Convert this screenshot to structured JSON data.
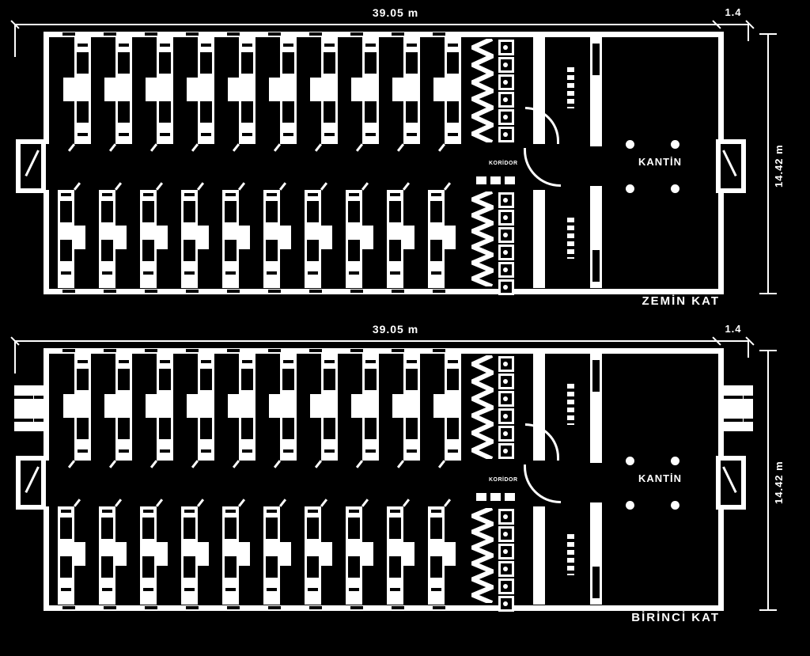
{
  "page": {
    "background": "#000000",
    "ink": "#ffffff",
    "drawing_type": "floor plan"
  },
  "plans": [
    {
      "name": "zemin-kat",
      "floor_label": "ZEMİN KAT",
      "top_dimension": "39.05 m",
      "corner_dimension": "1.4",
      "side_dimension": "14.42 m",
      "hall_label": "KANTİN",
      "corridor_label": "KORİDOR",
      "top_classrooms": 10,
      "bottom_classrooms": 10,
      "wc_stalls": 6,
      "stair_zigzag_steps": 12,
      "hall_columns": 4,
      "side_ladders": false
    },
    {
      "name": "birinci-kat",
      "floor_label": "BİRİNCİ KAT",
      "top_dimension": "39.05 m",
      "corner_dimension": "1.4",
      "side_dimension": "14.42 m",
      "hall_label": "KANTİN",
      "corridor_label": "KORİDOR",
      "top_classrooms": 10,
      "bottom_classrooms": 10,
      "wc_stalls": 6,
      "stair_zigzag_steps": 12,
      "hall_columns": 4,
      "side_ladders": true
    }
  ]
}
